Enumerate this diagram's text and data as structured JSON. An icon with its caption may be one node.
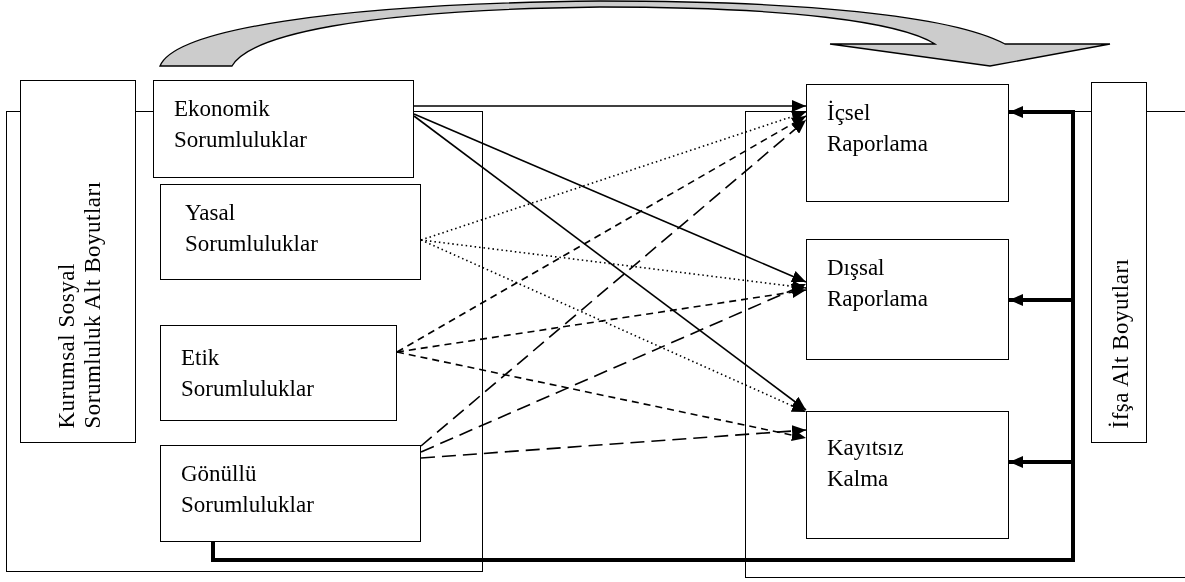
{
  "diagram": {
    "nodes": [
      {
        "text": [
          "Kurumsal Sosyal Sorumluluk Alt Boyutları"
        ]
      },
      {
        "text": [
          "Ekonomik Sorumluluklar"
        ]
      },
      {
        "text": [
          "Yasal Sorumluluklar"
        ]
      },
      {
        "text": [
          "Etik Sorumluluklar"
        ]
      },
      {
        "text": [
          "Gönüllü Sorumluluklar"
        ]
      },
      {
        "text": [
          "İçsel Raporlama"
        ]
      },
      {
        "text": [
          "Dışsal Raporlama"
        ]
      },
      {
        "text": [
          "Kayıtsız Kalma"
        ]
      },
      {
        "text": [
          "İfşa Alt Boyutları"
        ]
      }
    ],
    "edges": [
      {
        "from": 1,
        "to": 5,
        "arrow": "to"
      },
      {
        "from": 1,
        "to": 6,
        "arrow": "to"
      },
      {
        "from": 1,
        "to": 7,
        "arrow": "to"
      },
      {
        "from": 2,
        "to": 5,
        "arrow": "to",
        "style": "dashed"
      },
      {
        "from": 2,
        "to": 6,
        "arrow": "to",
        "style": "dashed"
      },
      {
        "from": 2,
        "to": 7,
        "arrow": "to",
        "style": "dashed"
      },
      {
        "from": 3,
        "to": 5,
        "arrow": "to",
        "style": "dashed"
      },
      {
        "from": 3,
        "to": 6,
        "arrow": "to",
        "style": "dashed"
      },
      {
        "from": 3,
        "to": 7,
        "arrow": "to",
        "style": "dashed"
      },
      {
        "from": 4,
        "to": 5,
        "arrow": "to",
        "style": "dashed"
      },
      {
        "from": 4,
        "to": 6,
        "arrow": "to",
        "style": "dashed"
      },
      {
        "from": 4,
        "to": 7,
        "arrow": "to",
        "style": "dashed"
      },
      {
        "from": 4,
        "to": 5,
        "arrow": "to",
        "style": "thick"
      },
      {
        "from": 4,
        "to": 6,
        "arrow": "to",
        "style": "thick"
      },
      {
        "from": 4,
        "to": 7,
        "arrow": "to",
        "style": "thick"
      }
    ]
  }
}
